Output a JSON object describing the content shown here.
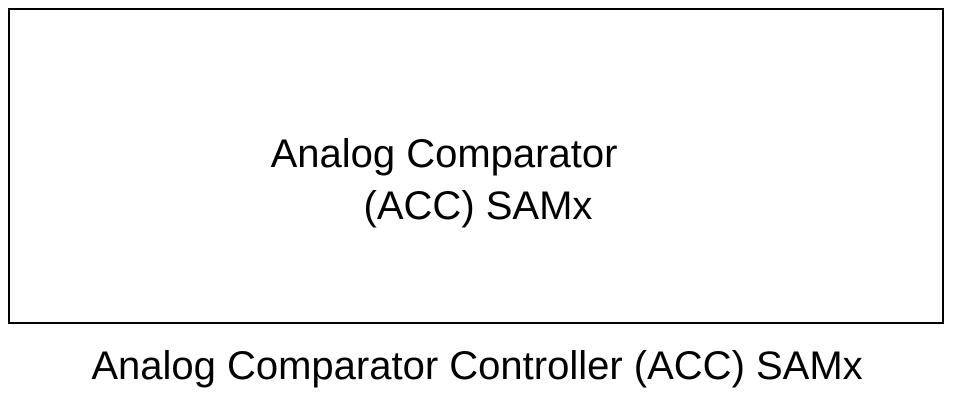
{
  "block": {
    "label_line1": "Analog Comparator",
    "label_line2": "(ACC) SAMx"
  },
  "caption": "Analog Comparator Controller (ACC) SAMx"
}
